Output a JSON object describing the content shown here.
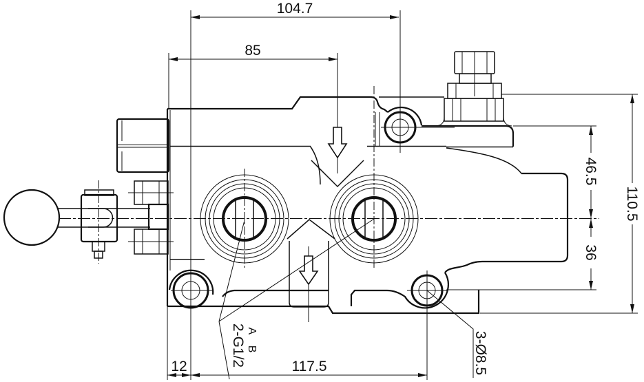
{
  "drawing": {
    "title": "directional control valve outline drawing",
    "colors": {
      "line": "#111111",
      "background": "#ffffff"
    },
    "dimensions": {
      "width_top": "104.7",
      "width_upper": "85",
      "height_overall": "110.5",
      "height_upper": "46.5",
      "height_lower": "36",
      "offset_left": "12",
      "width_bottom": "117.5"
    },
    "labels": {
      "port_thread": "2-G1/2",
      "port_letters": "A B",
      "mounting_holes": "3-Ø8.5"
    }
  }
}
